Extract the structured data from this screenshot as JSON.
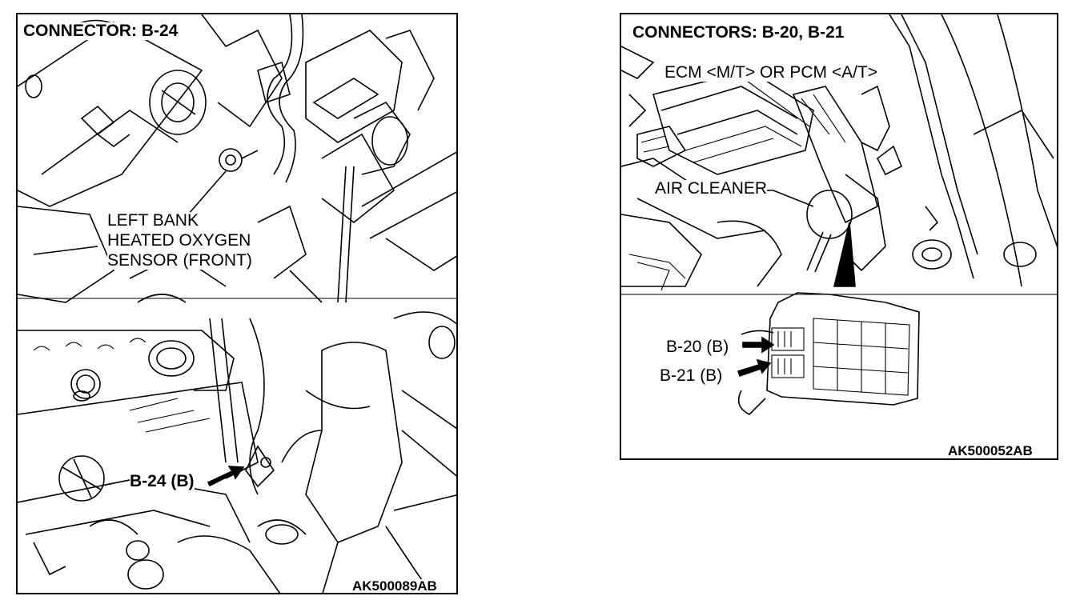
{
  "left_figure": {
    "title": "CONNECTOR: B-24",
    "callout_line1": "LEFT BANK",
    "callout_line2": "HEATED OXYGEN",
    "callout_line3": "SENSOR (FRONT)",
    "connector_label": "B-24 (B)",
    "figure_code": "AK500089AB"
  },
  "right_figure": {
    "title": "CONNECTORS: B-20, B-21",
    "ecm_label": "ECM <M/T> OR PCM <A/T>",
    "air_cleaner_label": "AIR CLEANER",
    "connector_b20": "B-20 (B)",
    "connector_b21": "B-21 (B)",
    "figure_code": "AK500052AB"
  }
}
